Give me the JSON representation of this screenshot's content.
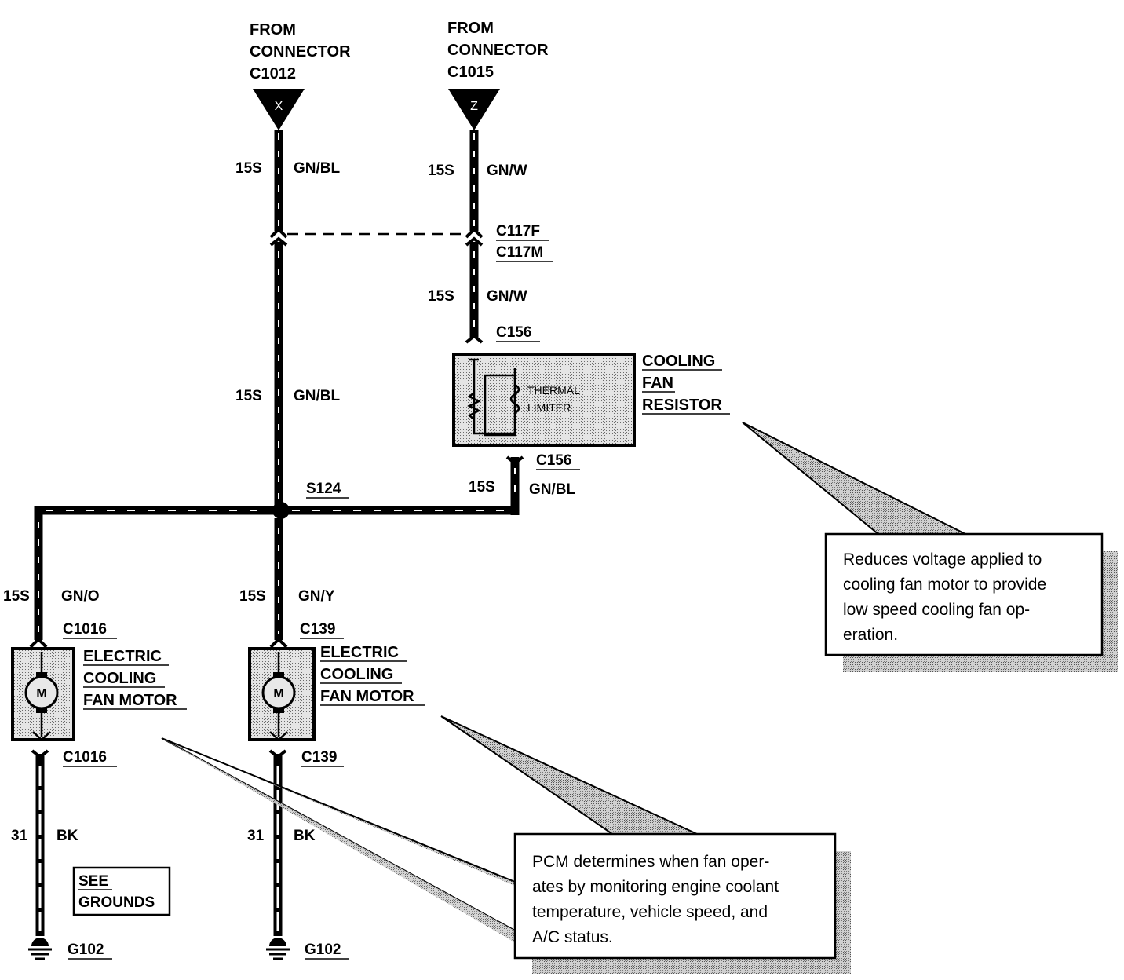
{
  "connector_x": {
    "from_lines": [
      "FROM",
      "CONNECTOR",
      "C1012"
    ],
    "pin": "X"
  },
  "connector_z": {
    "from_lines": [
      "FROM",
      "CONNECTOR",
      "C1015"
    ],
    "pin": "Z"
  },
  "wires": {
    "x_top": {
      "gauge": "15S",
      "color": "GN/BL"
    },
    "z_top": {
      "gauge": "15S",
      "color": "GN/W"
    },
    "z_mid": {
      "gauge": "15S",
      "color": "GN/W"
    },
    "x_mid": {
      "gauge": "15S",
      "color": "GN/BL"
    },
    "resistor_out": {
      "gauge": "15S",
      "color": "GN/BL"
    },
    "left_motor": {
      "gauge": "15S",
      "color": "GN/O"
    },
    "mid_motor": {
      "gauge": "15S",
      "color": "GN/Y"
    },
    "left_ground": {
      "gauge": "31",
      "color": "BK"
    },
    "mid_ground": {
      "gauge": "31",
      "color": "BK"
    }
  },
  "connectors": {
    "c117f": "C117F",
    "c117m": "C117M",
    "c156_top": "C156",
    "c156_bottom": "C156",
    "c1016_top": "C1016",
    "c1016_bottom": "C1016",
    "c139_top": "C139",
    "c139_bottom": "C139"
  },
  "splice": "S124",
  "resistor": {
    "title_lines": [
      "COOLING",
      "FAN",
      "RESISTOR"
    ],
    "inner_lines": [
      "THERMAL",
      "LIMITER"
    ]
  },
  "motor_left": {
    "title_lines": [
      "ELECTRIC",
      "COOLING",
      "FAN MOTOR"
    ],
    "symbol": "M"
  },
  "motor_mid": {
    "title_lines": [
      "ELECTRIC",
      "COOLING",
      "FAN MOTOR"
    ],
    "symbol": "M"
  },
  "see_grounds": [
    "SEE",
    "GROUNDS"
  ],
  "grounds": {
    "left": "G102",
    "mid": "G102"
  },
  "notes": {
    "resistor": [
      "Reduces voltage applied to",
      "cooling fan motor to provide",
      "low speed cooling fan op-",
      "eration."
    ],
    "pcm": [
      "PCM determines when fan oper-",
      "ates by monitoring engine coolant",
      "temperature, vehicle speed, and",
      "A/C status."
    ]
  }
}
